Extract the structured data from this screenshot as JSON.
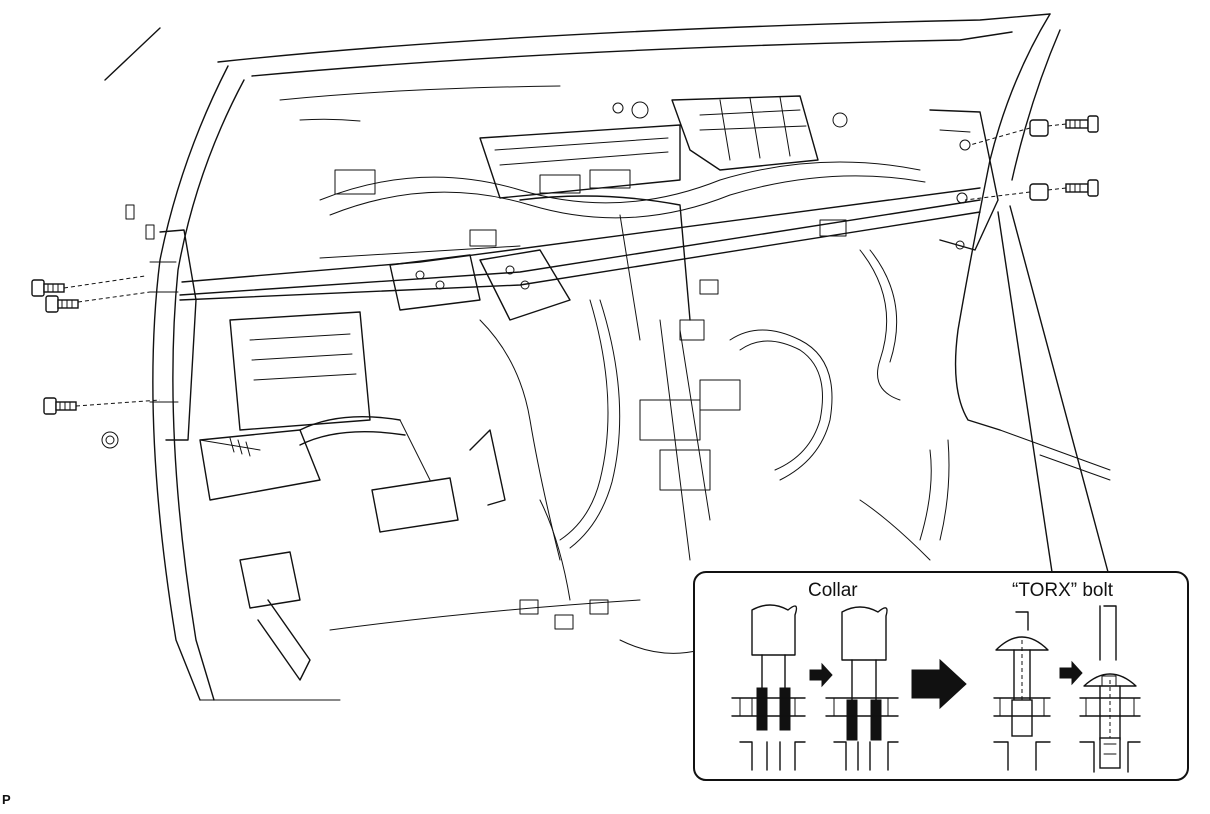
{
  "callout": {
    "collar_label": "Collar",
    "torx_label": "“TORX” bolt"
  },
  "footer": {
    "code": "P"
  }
}
